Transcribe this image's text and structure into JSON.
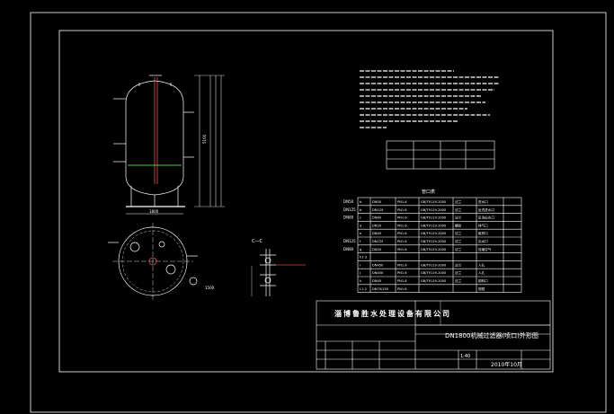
{
  "title_block": {
    "company": "淄博鲁胜水处理设备有限公司",
    "drawing_title": "DN1800机械过滤器(喷口)外形图",
    "date": "2010年10月",
    "scale": "1:40"
  },
  "section_label": "C—C",
  "nozzle_table": {
    "title": "管口表",
    "rows": [
      [
        "DN50",
        "b",
        "DN50",
        "PN1.6",
        "GB/T9119-2000",
        "法兰",
        "进水口"
      ],
      [
        "DN125",
        "b",
        "DN125",
        "PN1.6",
        "GB/T9119-2000",
        "法兰",
        "反洗进水口"
      ],
      [
        "DN80",
        "c",
        "DN80",
        "PN1.6",
        "GB/T9119-2000",
        "法兰",
        "反洗出水口"
      ],
      [
        "",
        "d",
        "DN20",
        "PN1.6",
        "GB/T9119-2000",
        "螺纹",
        "排气口"
      ],
      [
        "",
        "e",
        "DN40",
        "PN1.6",
        "GB/T9119-2000",
        "法兰",
        "取样口"
      ],
      [
        "DN125",
        "f",
        "DN125",
        "PN1.6",
        "GB/T9119-2000",
        "法兰",
        "出水口"
      ],
      [
        "DN80",
        "g",
        "DN50",
        "PN1.6",
        "GB/T9119-2000",
        "法兰",
        "压缩空气"
      ],
      [
        "",
        "h1-3",
        "",
        "",
        "",
        "",
        ""
      ],
      [
        "",
        "i",
        "DN450",
        "PN1.6",
        "GB/T9119-2000",
        "法兰",
        "人孔"
      ],
      [
        "",
        "j",
        "DN450",
        "PN1.6",
        "GB/T9119-2000",
        "法兰",
        "人孔"
      ],
      [
        "",
        "k",
        "DN40",
        "PN1.6",
        "GB/T9119-2000",
        "法兰",
        "卸料口"
      ],
      [
        "",
        "L1-2",
        "DN70/150",
        "PN1.6",
        "",
        "",
        "视镜"
      ]
    ]
  },
  "labels": {
    "dim_width": "1800",
    "dim_height": "5100"
  }
}
